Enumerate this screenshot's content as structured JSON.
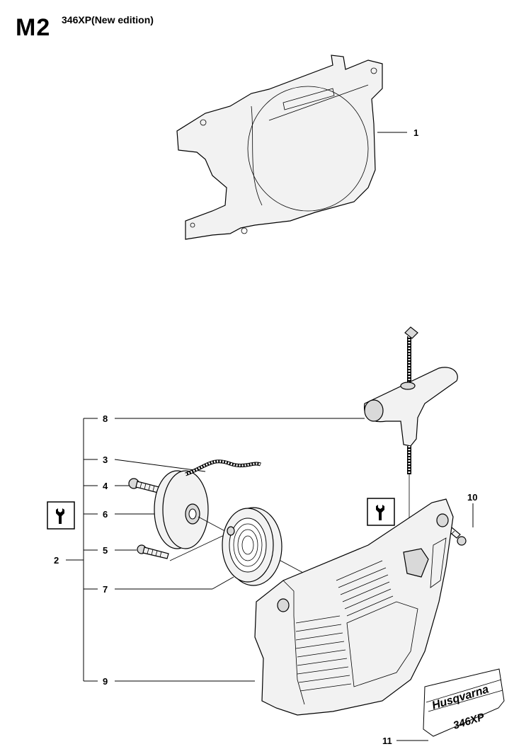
{
  "header": {
    "page_code": "M2",
    "model": "346XP(New edition)"
  },
  "callouts": {
    "c1": "1",
    "c2": "2",
    "c3": "3",
    "c4": "4",
    "c5": "5",
    "c6": "6",
    "c7": "7",
    "c8": "8",
    "c9": "9",
    "c10": "10",
    "c11": "11"
  },
  "decal": {
    "brand": "Husqvarna",
    "model": "346XP"
  },
  "icons": {
    "tool_icon": "wrench-info-icon"
  }
}
